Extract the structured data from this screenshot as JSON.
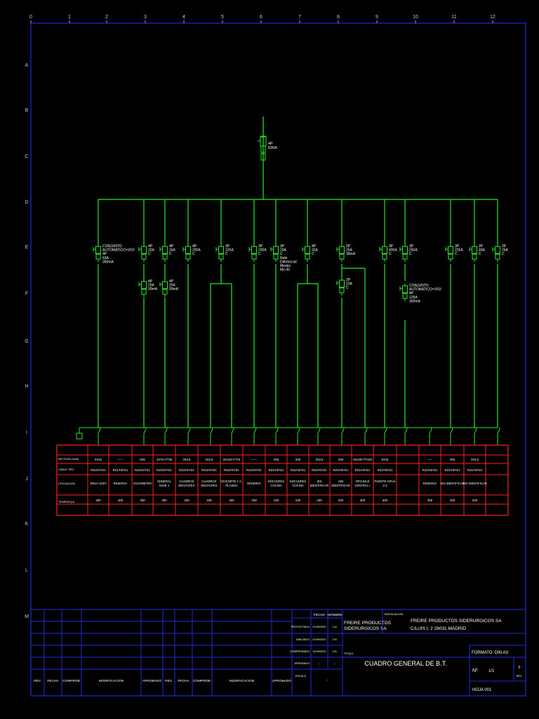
{
  "grid": {
    "columns": [
      "0",
      "1",
      "2",
      "3",
      "4",
      "5",
      "6",
      "7",
      "8",
      "9",
      "10",
      "11",
      "12"
    ],
    "rows": [
      "A",
      "B",
      "C",
      "D",
      "E",
      "F",
      "G",
      "H",
      "I",
      "J",
      "K",
      "L",
      "M"
    ]
  },
  "colors": {
    "background": "#000000",
    "frame": "#1f2bd6",
    "circuit": "#22ee22",
    "table": "#ff2020",
    "text": "#ffffff",
    "grid_labels": "#c8c8c8"
  },
  "main_breaker": {
    "lines": [
      "4P",
      "630A"
    ]
  },
  "breakers": [
    {
      "lines": [
        "CONJUNTO",
        "AUTOMATICO+VIGI",
        "4P",
        "63A",
        "300mA"
      ]
    },
    {
      "lines": [
        "4P",
        "32A",
        "C"
      ]
    },
    {
      "lines": [
        "4P",
        "16A",
        "C"
      ]
    },
    {
      "lines": [
        "4P",
        "200A",
        "C"
      ]
    },
    {
      "lines": [
        "3P",
        "125A",
        "C"
      ]
    },
    {
      "lines": [
        "3P",
        "200A",
        "C"
      ]
    },
    {
      "lines": [
        "3P",
        "20A",
        "C",
        "Relé",
        "Diferencial",
        "Medex",
        "Mx-45"
      ]
    },
    {
      "lines": [
        "4P",
        "32A",
        "C"
      ]
    },
    {
      "lines": [
        "2P",
        "25A",
        "30mA"
      ]
    },
    {
      "lines": [
        "3P",
        "400A",
        "C"
      ]
    },
    {
      "lines": [
        "3P",
        "250A",
        "C"
      ]
    },
    {
      "lines": [
        "3P",
        "225A",
        "C"
      ]
    },
    {
      "lines": [
        "2P",
        "40A",
        "C"
      ]
    },
    {
      "lines": [
        "2P",
        "25A",
        "C"
      ]
    }
  ],
  "sub_breakers": [
    {
      "lines": [
        "4P",
        "25A",
        "30mA"
      ]
    },
    {
      "lines": [
        "4P",
        "25A",
        "30mA"
      ]
    },
    {
      "lines": [
        "2P",
        "10A",
        "C"
      ]
    },
    {
      "lines": [
        "CONJUNTO",
        "AUTOMATICO+VIGI",
        "4P",
        "125A",
        "300mA"
      ]
    }
  ],
  "table": {
    "row_labels": [
      "SECCION (mm2)",
      "CABLE TIPO",
      "UTILIZACION",
      "TENSION (V)"
    ],
    "columns": [
      {
        "seccion": "5X16",
        "cable": "RZ1/H07Z1",
        "uso": [
          "GRUA JOST"
        ],
        "tension": "400"
      },
      {
        "seccion": "------",
        "cable": "RZ1/H07Z1",
        "uso": [
          "RESERVA"
        ],
        "tension": "400"
      },
      {
        "seccion": "5X6",
        "cable": "RZ1/H07Z1",
        "uso": [
          "VOLTIMETRO"
        ],
        "tension": "400"
      },
      {
        "seccion": "4X70+TT35",
        "cable": "RZ1/H07Z1",
        "uso": [
          "GENERAL",
          "NAVE 1"
        ],
        "tension": "400"
      },
      {
        "seccion": "3X2,5",
        "cable": "RZ1/H07Z1",
        "uso": [
          "CUADROS",
          "ENCHUFES"
        ],
        "tension": "230"
      },
      {
        "seccion": "3X2,5",
        "cable": "RZ1/H07Z1",
        "uso": [
          "CUADROS",
          "ENCHUFES"
        ],
        "tension": "230"
      },
      {
        "seccion": "3X120+TT70",
        "cable": "RZ1/H07Z1",
        "uso": [
          "OXICORTE Y C.",
          "PLASMA"
        ],
        "tension": "400"
      },
      {
        "seccion": "------",
        "cable": "RZ1/H07Z1",
        "uso": [
          "RESERVA"
        ],
        "tension": "230"
      },
      {
        "seccion": "3X6",
        "cable": "RZ1/H07Z1",
        "uso": [
          "ENCHUFES",
          "COCINA"
        ],
        "tension": "230"
      },
      {
        "seccion": "3X6",
        "cable": "RZ1/H07Z1",
        "uso": [
          "ENCHUFES",
          "COCINA"
        ],
        "tension": "230"
      },
      {
        "seccion": "3X2,5",
        "cable": "RZ1/H07Z1",
        "uso": [
          "SIN",
          "IDENTIFICAR"
        ],
        "tension": "230"
      },
      {
        "seccion": "3X6",
        "cable": "RZ1/H07Z1",
        "uso": [
          "SIN",
          "IDENTIFICAR"
        ],
        "tension": "230"
      },
      {
        "seccion": "3X240+TT120",
        "cable": "RZ1/H07Z1",
        "uso": [
          "OFICINAS",
          "CENTRAL+"
        ],
        "tension": "400"
      },
      {
        "seccion": "5X16",
        "cable": "RZ1/H07Z1",
        "uso": [
          "PUENTE GRUA",
          "1+1"
        ],
        "tension": "400"
      },
      {
        "seccion": "",
        "cable": "",
        "uso": [],
        "tension": ""
      },
      {
        "seccion": "----",
        "cable": "RZ1/H07Z1",
        "uso": [
          "RESERVA"
        ],
        "tension": "400"
      },
      {
        "seccion": "3X6",
        "cable": "RZ1/H07Z1",
        "uso": [
          "SIN IDENTIFICAR"
        ],
        "tension": "230"
      },
      {
        "seccion": "3X2,5",
        "cable": "RZ1/H07Z1",
        "uso": [
          "SIN IDENTIFICAR"
        ],
        "tension": "230"
      }
    ]
  },
  "title_block": {
    "rev_headers": [
      "REV.",
      "FECHA",
      "COMPROB.",
      "MODIFICACION",
      "APROBADO"
    ],
    "fecha_header": "FECHA",
    "nombre_header": "NOMBRE",
    "proyectado": {
      "label": "PROYECTADO",
      "fecha": "01/09/2020",
      "nombre": "J.M."
    },
    "dibujado": {
      "label": "DIBUJADO",
      "fecha": "01/09/2020",
      "nombre": "J.M."
    },
    "comprobado": {
      "label": "COMPROBADO",
      "fecha": "01/09/2020",
      "nombre": "J.M."
    },
    "aprobado": {
      "label": "APROBADO",
      "fecha": "--",
      "nombre": "--"
    },
    "escala": {
      "label": "ESCALA",
      "value": "-"
    },
    "company": [
      "FREIRE PRODUCTOS",
      "SIDERURGICOS SA"
    ],
    "instalacion_label": "INSTALACION",
    "instalacion": [
      "FREIRE PRODUCTOS SIDERURGICOS SA",
      "C/LUIS I, 2 28031 MADRID"
    ],
    "titulo_label": "TITULO",
    "titulo": "CUADRO GENERAL DE B.T.",
    "formato": "FORMATO: DIN A3",
    "numero_label": "Nº",
    "numero": "1/1",
    "rev_label": "REV.",
    "rev_value": "0",
    "hoja": "HOJA 001"
  }
}
